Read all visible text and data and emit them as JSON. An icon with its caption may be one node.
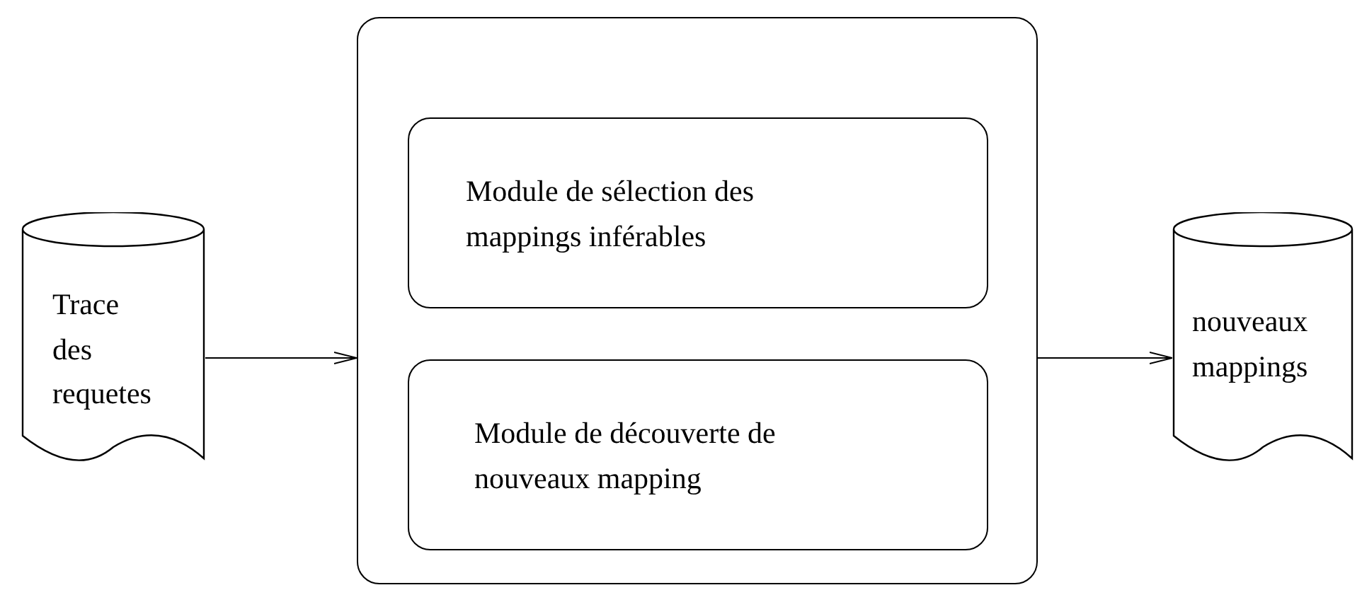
{
  "diagram": {
    "nodes": [
      {
        "text": [
          "Trace des requetes"
        ]
      },
      {
        "text": [],
        "shape": "box"
      },
      {
        "text": [
          "Module de sélection des mappings inférables"
        ],
        "in": 1
      },
      {
        "text": [
          "Module de découverte de nouveaux mapping"
        ],
        "in": 1
      },
      {
        "text": [
          "nouveaux mappings"
        ]
      }
    ],
    "edges": [
      {
        "from": 0,
        "to": 1,
        "arrow": "to"
      },
      {
        "from": 1,
        "to": 4,
        "arrow": "to"
      }
    ]
  }
}
